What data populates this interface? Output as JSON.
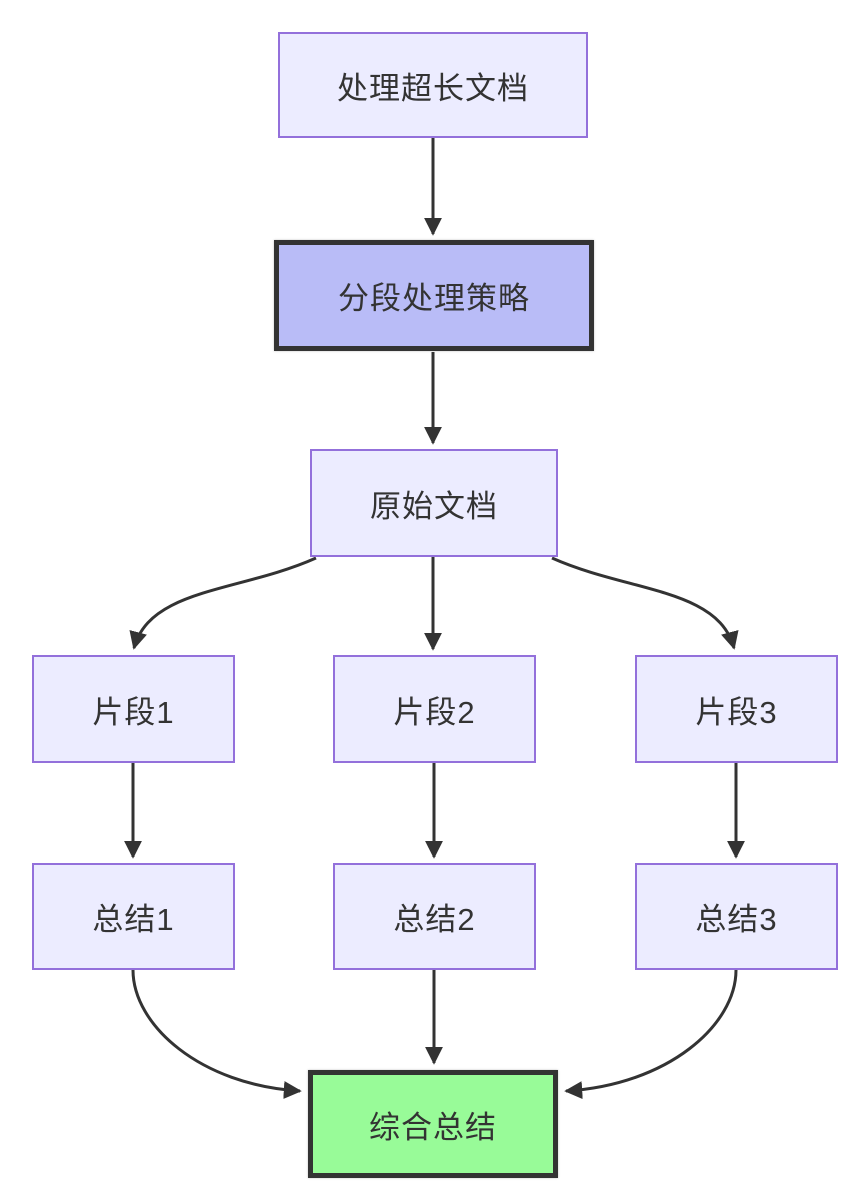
{
  "diagram": {
    "type": "flowchart",
    "direction": "top-down",
    "nodes": {
      "process": {
        "id": "process",
        "label": "处理超长文档",
        "style": "default"
      },
      "strategy": {
        "id": "strategy",
        "label": "分段处理策略",
        "style": "emphasis-purple"
      },
      "original": {
        "id": "original",
        "label": "原始文档",
        "style": "default"
      },
      "frag1": {
        "id": "frag1",
        "label": "片段1",
        "style": "default"
      },
      "frag2": {
        "id": "frag2",
        "label": "片段2",
        "style": "default"
      },
      "frag3": {
        "id": "frag3",
        "label": "片段3",
        "style": "default"
      },
      "sum1": {
        "id": "sum1",
        "label": "总结1",
        "style": "default"
      },
      "sum2": {
        "id": "sum2",
        "label": "总结2",
        "style": "default"
      },
      "sum3": {
        "id": "sum3",
        "label": "总结3",
        "style": "default"
      },
      "final": {
        "id": "final",
        "label": "综合总结",
        "style": "emphasis-green"
      }
    },
    "edges": [
      {
        "from": "process",
        "to": "strategy",
        "arrow": true
      },
      {
        "from": "strategy",
        "to": "original",
        "arrow": true
      },
      {
        "from": "original",
        "to": "frag1",
        "arrow": true
      },
      {
        "from": "original",
        "to": "frag2",
        "arrow": true
      },
      {
        "from": "original",
        "to": "frag3",
        "arrow": true
      },
      {
        "from": "frag1",
        "to": "sum1",
        "arrow": true
      },
      {
        "from": "frag2",
        "to": "sum2",
        "arrow": true
      },
      {
        "from": "frag3",
        "to": "sum3",
        "arrow": true
      },
      {
        "from": "sum1",
        "to": "final",
        "arrow": true
      },
      {
        "from": "sum2",
        "to": "final",
        "arrow": true
      },
      {
        "from": "sum3",
        "to": "final",
        "arrow": true
      }
    ]
  },
  "colors": {
    "canvas_bg": "#ffffff",
    "node_fill": "#ECECFF",
    "node_border": "#9370DB",
    "emphasis_fill": "#b9bcf7",
    "emphasis_border": "#333333",
    "final_fill": "#98FB98",
    "final_border": "#333333",
    "edge_color": "#333333",
    "text_color": "#333333"
  }
}
